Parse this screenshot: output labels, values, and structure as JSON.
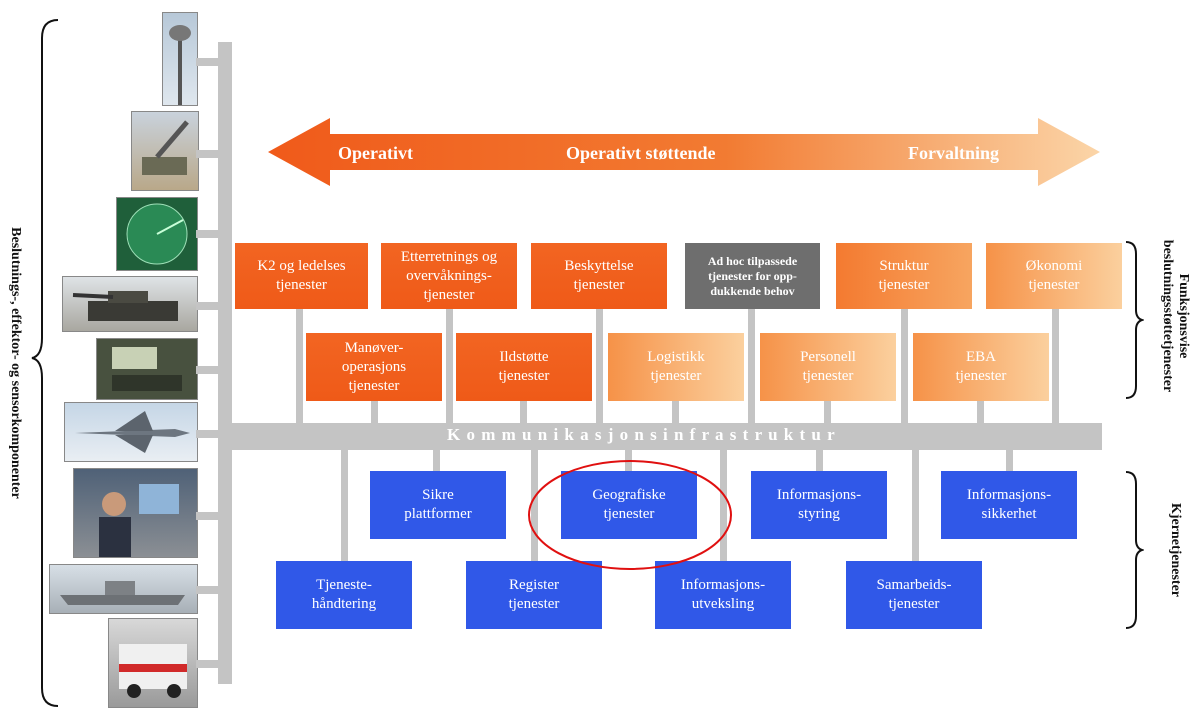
{
  "arrow": {
    "left_label": "Operativt",
    "center_label": "Operativt støttende",
    "right_label": "Forvaltning"
  },
  "bus_label": "K o m m u n i k a s j o n s i n f r a s t r u k t u r",
  "left_bracket_label": "Beslutnings-, effektor- og sensorkomponenter",
  "right_top_label": "Funksjonsvise\nbeslutningsstøttetjenester",
  "right_bottom_label": "Kjernetjenester",
  "functional_row1": [
    "K2 og ledelses\ntjenester",
    "Etterretnings og\novervåknings-\ntjenester",
    "Beskyttelse\ntjenester",
    "Ad hoc tilpassede\ntjenester for opp-\ndukkende behov",
    "Struktur\ntjenester",
    "Økonomi\ntjenester"
  ],
  "functional_row2": [
    "Manøver-\noperasjons\ntjenester",
    "Ildstøtte\ntjenester",
    "Logistikk\ntjenester",
    "Personell\ntjenester",
    "EBA\ntjenester"
  ],
  "core_row1": [
    "Sikre\nplattformer",
    "Geografiske\ntjenester",
    "Informasjons-\nstyring",
    "Informasjons-\nsikkerhet"
  ],
  "core_row2": [
    "Tjeneste-\nhåndtering",
    "Register\ntjenester",
    "Informasjons-\nutveksling",
    "Samarbeids-\ntjenester"
  ],
  "photos": [
    "radar-mast-icon",
    "missile-launcher-icon",
    "radar-screen-icon",
    "tank-icon",
    "control-panel-icon",
    "fighter-jet-icon",
    "operator-workstation-icon",
    "warship-icon",
    "ambulance-icon"
  ],
  "colors": {
    "orange": "#f26522",
    "blue": "#3058e8",
    "grey_box": "#6e6e6e",
    "bus": "#c4c4c4",
    "highlight": "#e01010"
  }
}
